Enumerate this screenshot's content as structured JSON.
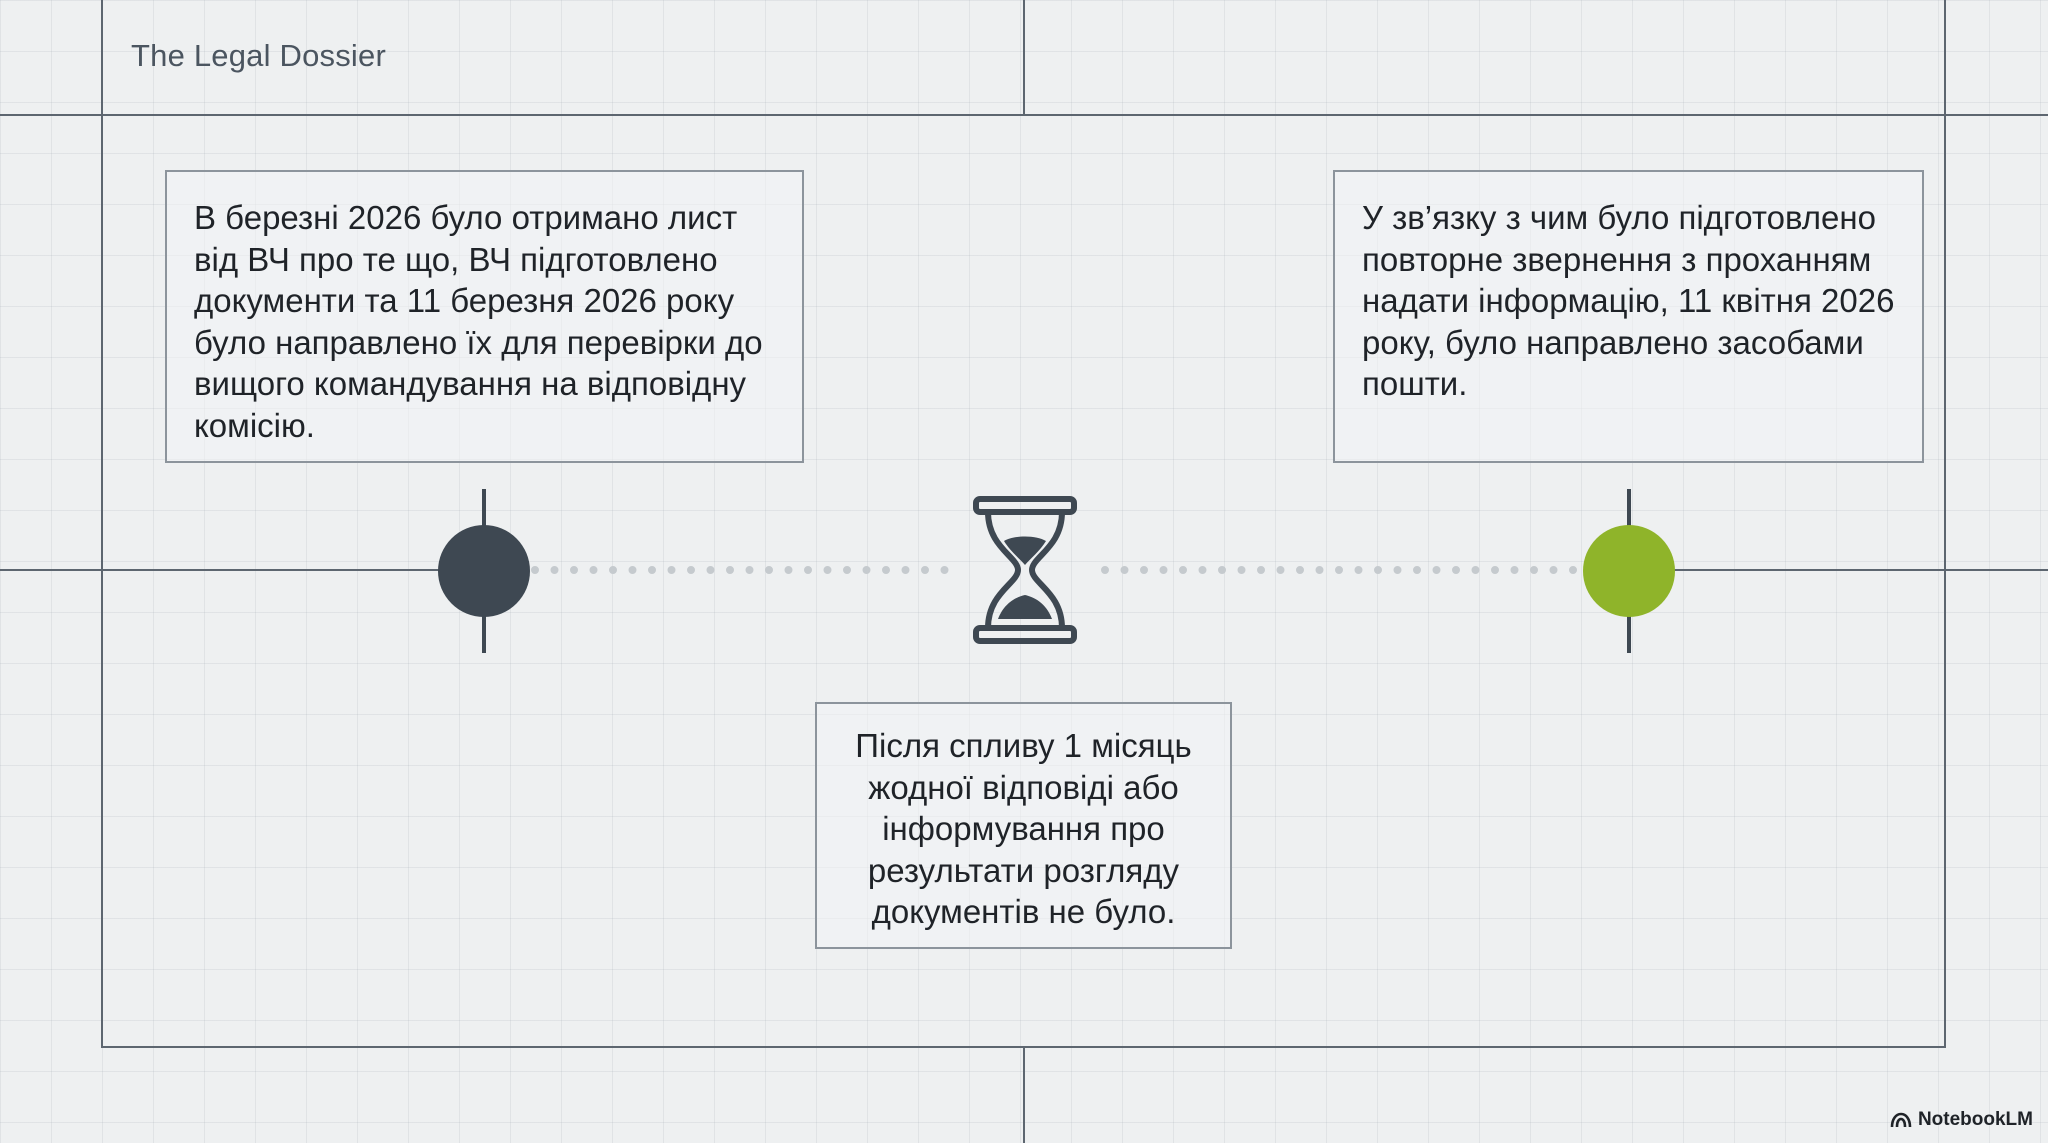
{
  "header": {
    "title": "The Legal Dossier"
  },
  "timeline": {
    "event_start": {
      "text": "В березні 2026 було отримано лист від ВЧ про те що, ВЧ підготовлено документи та 11 березня 2026 року було направлено їх для перевірки до вищого командування на відповідну комісію.",
      "color": "#3e4852"
    },
    "waiting_period": {
      "text": "Після спливу 1 місяць жодної відповіді або інформування про результати розгляду документів не було.",
      "icon": "hourglass-icon"
    },
    "event_end": {
      "text": "У зв’язку з чим було підготовлено повторне звернення з проханням надати інформацію, 11 квітня 2026 року, було направлено засобами пошти.",
      "color": "#8fb42a"
    }
  },
  "footer": {
    "brand": "NotebookLM",
    "icon": "notebooklm-logo-icon"
  },
  "colors": {
    "frame": "#5d6670",
    "dots": "#c5cace"
  }
}
